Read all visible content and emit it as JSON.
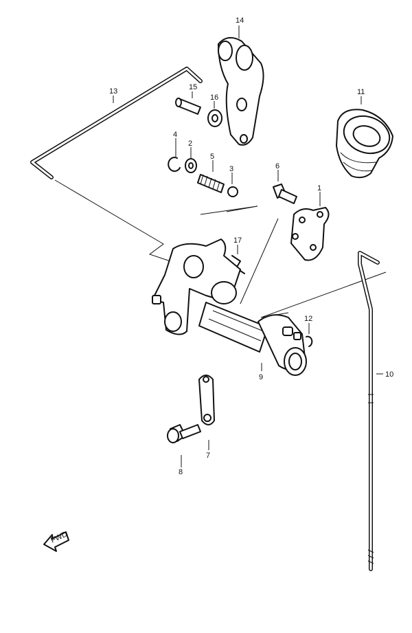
{
  "diagram": {
    "fwd_label": "FWD",
    "callouts": [
      {
        "id": "c1",
        "text": "1"
      },
      {
        "id": "c2",
        "text": "2"
      },
      {
        "id": "c3",
        "text": "3"
      },
      {
        "id": "c4",
        "text": "4"
      },
      {
        "id": "c5",
        "text": "5"
      },
      {
        "id": "c6",
        "text": "6"
      },
      {
        "id": "c7",
        "text": "7"
      },
      {
        "id": "c8",
        "text": "8"
      },
      {
        "id": "c9",
        "text": "9"
      },
      {
        "id": "c10",
        "text": "10"
      },
      {
        "id": "c11",
        "text": "11"
      },
      {
        "id": "c12",
        "text": "12"
      },
      {
        "id": "c13",
        "text": "13"
      },
      {
        "id": "c14",
        "text": "14"
      },
      {
        "id": "c15",
        "text": "15"
      },
      {
        "id": "c16",
        "text": "16"
      },
      {
        "id": "c17",
        "text": "17"
      }
    ]
  }
}
